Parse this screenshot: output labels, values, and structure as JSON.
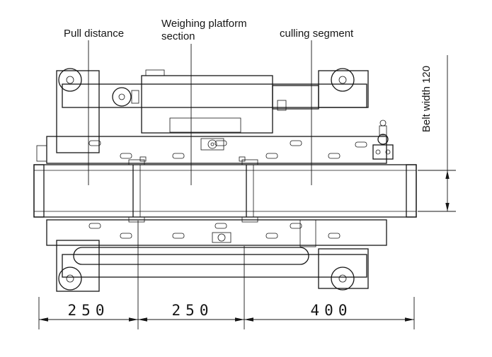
{
  "labels": {
    "pull_distance": "Pull distance",
    "weighing_platform": {
      "line1": "Weighing platform",
      "line2": "section"
    },
    "culling_segment": "culling segment",
    "belt_width": "Belt width 120"
  },
  "dimensions": {
    "segments": [
      {
        "name": "pull-distance",
        "value": "250"
      },
      {
        "name": "weighing-platform",
        "value": "250"
      },
      {
        "name": "culling-segment",
        "value": "400"
      }
    ]
  },
  "colors": {
    "line": "#161616",
    "background": "#ffffff"
  }
}
